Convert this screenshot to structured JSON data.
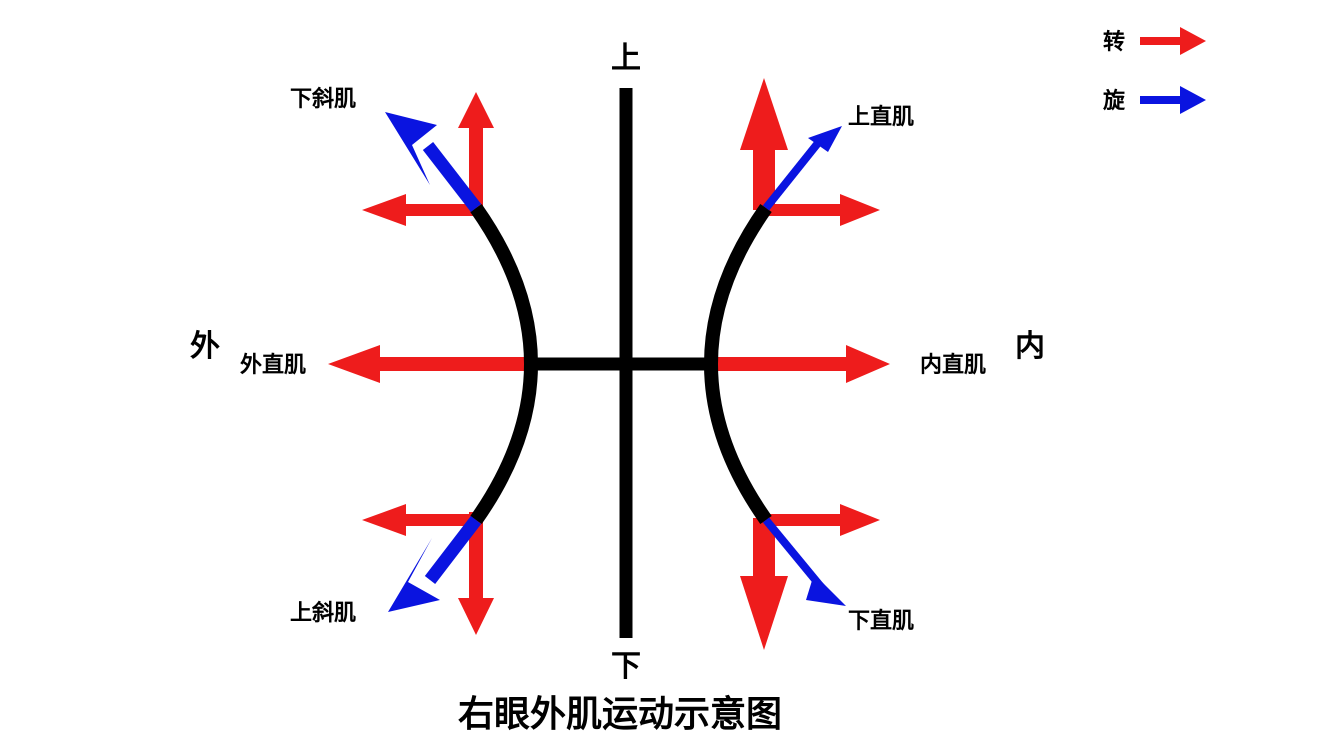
{
  "title": "右眼外肌运动示意图",
  "directions": {
    "up": "上",
    "down": "下",
    "outer": "外",
    "inner": "内"
  },
  "muscles": {
    "inferior_oblique": "下斜肌",
    "superior_oblique": "上斜肌",
    "lateral_rectus": "外直肌",
    "medial_rectus": "内直肌",
    "superior_rectus": "上直肌",
    "inferior_rectus": "下直肌"
  },
  "legend": {
    "rotation_label": "转",
    "torsion_label": "旋"
  },
  "colors": {
    "rotation_arrow": "#ee1c1c",
    "torsion_arrow": "#0a14e0",
    "axis": "#000000"
  }
}
